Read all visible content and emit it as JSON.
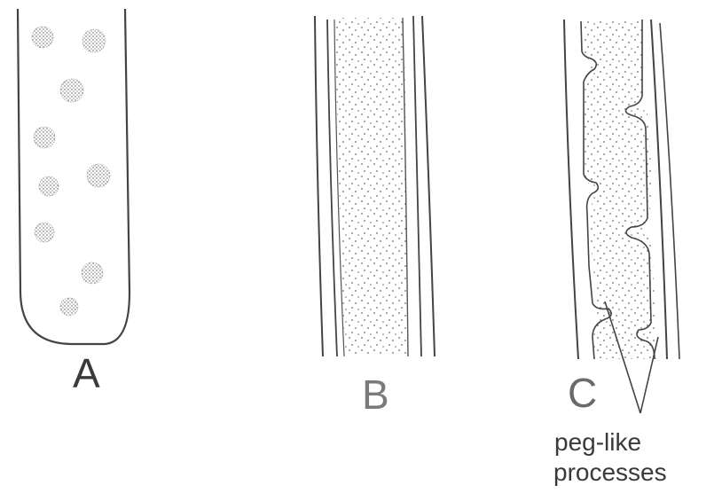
{
  "panels": {
    "a": {
      "label": "A"
    },
    "b": {
      "label": "B"
    },
    "c": {
      "label": "C"
    }
  },
  "annotation": {
    "line1": "peg-like",
    "line2": "processes"
  }
}
